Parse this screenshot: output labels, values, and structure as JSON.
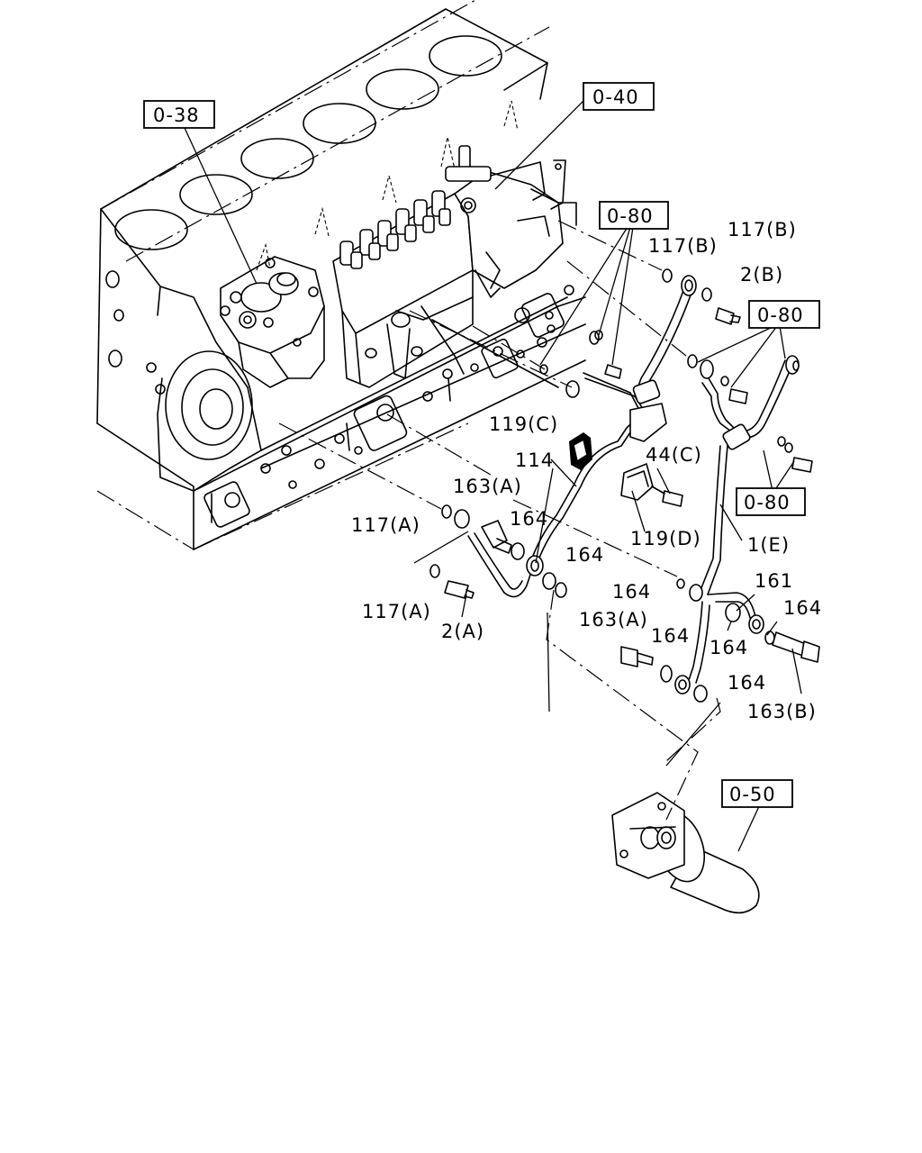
{
  "refs": {
    "r038": "0-38",
    "r040": "0-40",
    "r080a": "0-80",
    "r080b": "0-80",
    "r080c": "0-80",
    "r050": "0-50"
  },
  "labels": {
    "l117B_1": "117(B)",
    "l117B_2": "117(B)",
    "l2B": "2(B)",
    "l119C": "119(C)",
    "l114": "114",
    "l44C": "44(C)",
    "l163A_1": "163(A)",
    "l117A_1": "117(A)",
    "l164_1": "164",
    "l164_2": "164",
    "l119D": "119(D)",
    "l1E": "1(E)",
    "l161": "161",
    "l164_3": "164",
    "l164_4": "164",
    "l117A_2": "117(A)",
    "l2A": "2(A)",
    "l163A_2": "163(A)",
    "l164_5": "164",
    "l164_6": "164",
    "l164_7": "164",
    "l163B": "163(B)"
  }
}
